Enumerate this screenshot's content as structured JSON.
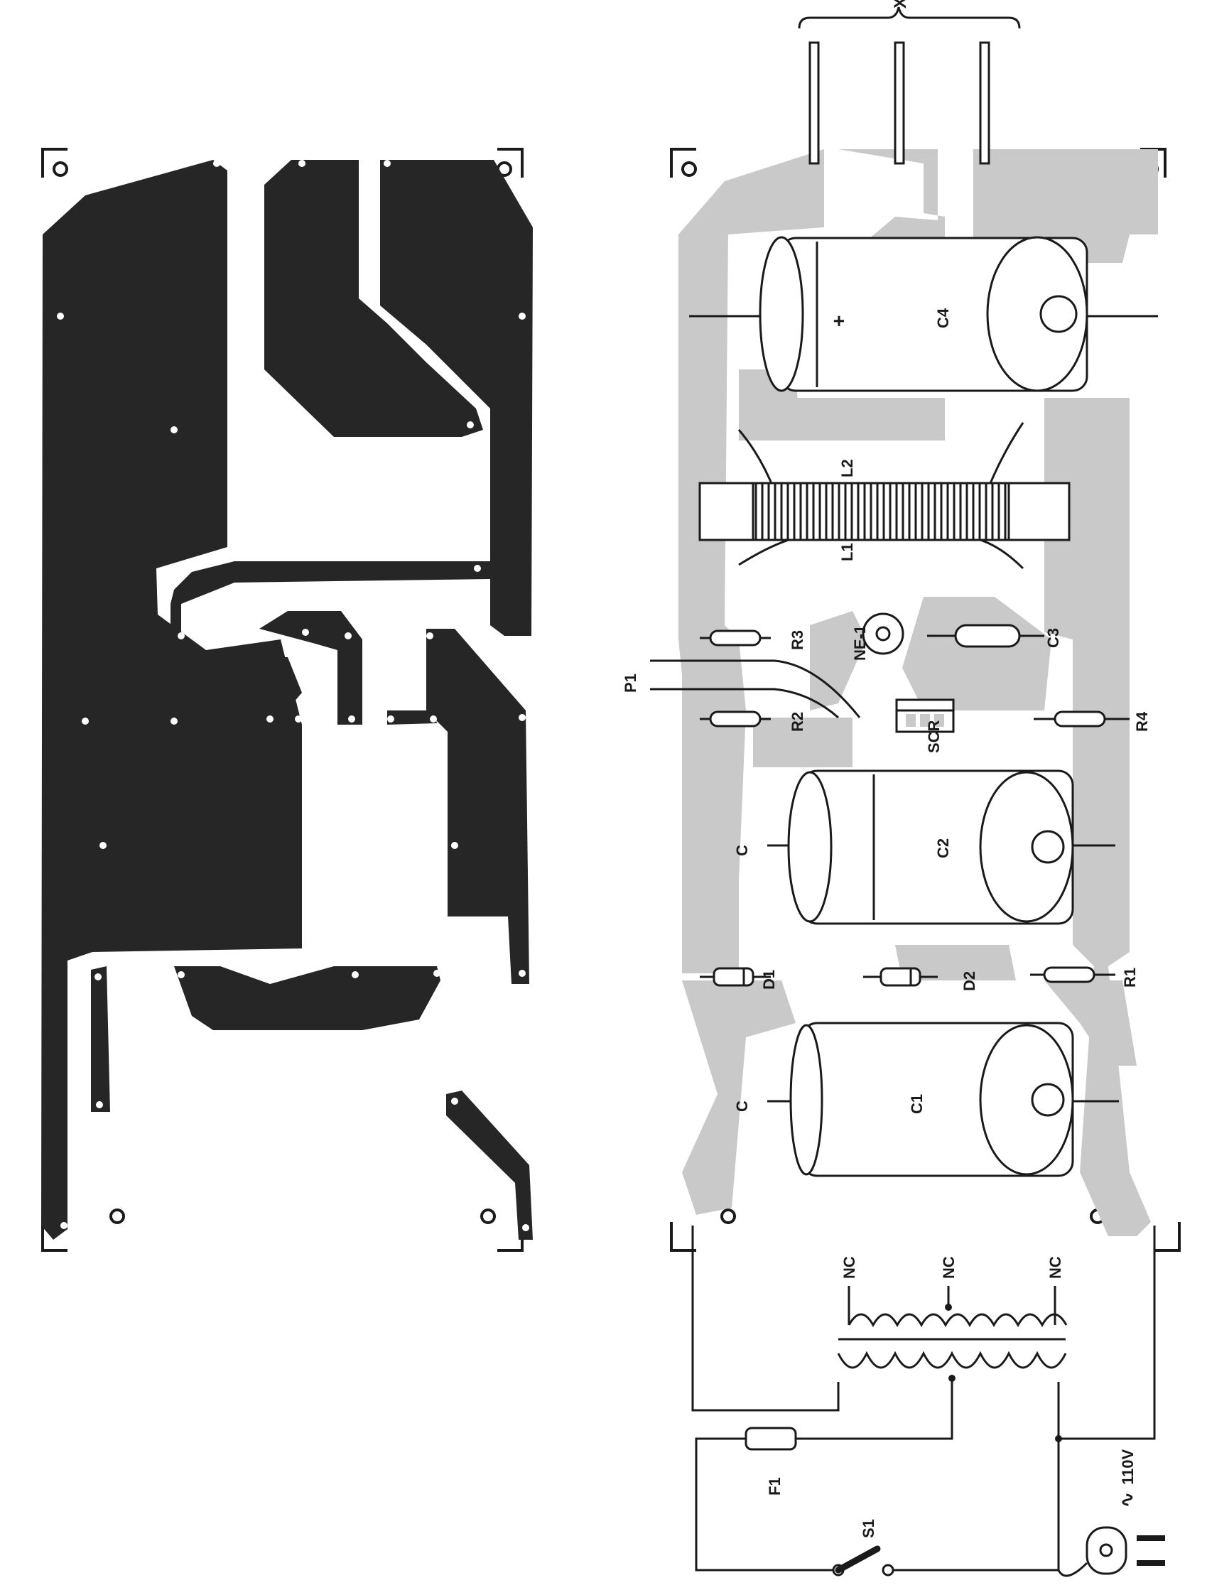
{
  "labels": {
    "x": "X",
    "c4": "C4",
    "plus": "+",
    "l2": "L2",
    "l1": "L1",
    "r3": "R3",
    "ne1": "NE-1",
    "c3": "C3",
    "p1": "P1",
    "r2": "R2",
    "scr": "SCR",
    "r4": "R4",
    "c_upper": "C",
    "c2": "C2",
    "d1": "D1",
    "d2": "D2",
    "r1": "R1",
    "c_lower": "C",
    "c1": "C1",
    "nc1": "NC",
    "nc2": "NC",
    "nc3": "NC",
    "f1": "F1",
    "s1": "S1",
    "mains": "110V",
    "ac_symbol": "∿"
  },
  "colors": {
    "copper_trace": "#262626",
    "silkscreen_track": "#c9c9c9",
    "ink": "#1a1a1a",
    "paper": "#ffffff"
  }
}
